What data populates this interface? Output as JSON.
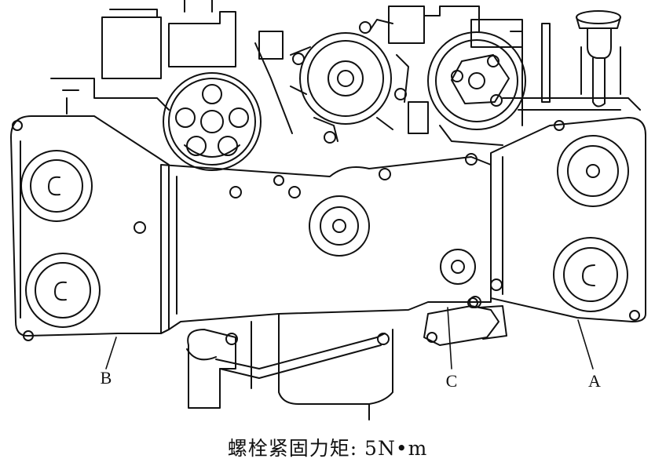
{
  "labels": {
    "a": "A",
    "b": "B",
    "c": "C"
  },
  "caption": "螺栓紧固力矩: 5N•m",
  "line_color": "#111111"
}
